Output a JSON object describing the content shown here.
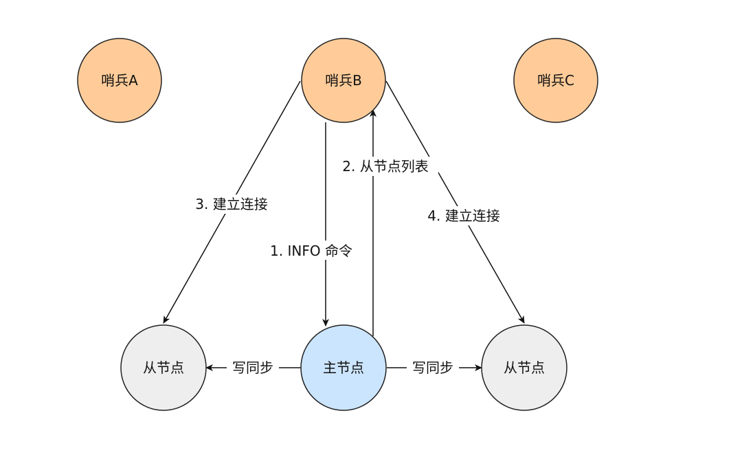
{
  "sentinels": {
    "a": {
      "label": "哨兵A"
    },
    "b": {
      "label": "哨兵B"
    },
    "c": {
      "label": "哨兵C"
    }
  },
  "nodes": {
    "master": {
      "label": "主节点"
    },
    "replica_left": {
      "label": "从节点"
    },
    "replica_right": {
      "label": "从节点"
    }
  },
  "edges": {
    "info": {
      "label": "1. INFO 命令"
    },
    "replica_list": {
      "label": "2. 从节点列表"
    },
    "connect_left": {
      "label": "3. 建立连接"
    },
    "connect_right": {
      "label": "4. 建立连接"
    },
    "sync_left": {
      "label": "写同步"
    },
    "sync_right": {
      "label": "写同步"
    }
  },
  "colors": {
    "sentinel_fill": "#FFCC99",
    "master_fill": "#CCE5FF",
    "replica_fill": "#EEEEEE",
    "stroke": "#222222"
  }
}
